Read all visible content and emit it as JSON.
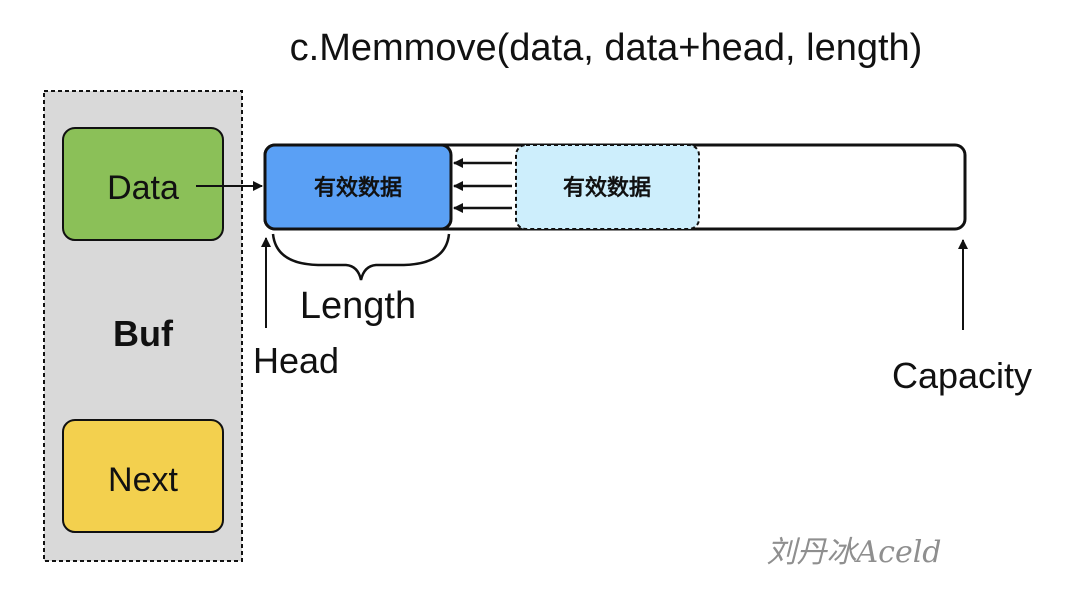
{
  "title": "c.Memmove(data, data+head, length)",
  "buf": {
    "label": "Buf",
    "data_label": "Data",
    "next_label": "Next"
  },
  "buffer": {
    "valid_data_label": "有效数据",
    "moved_valid_data_label": "有效数据",
    "length_label": "Length",
    "head_label": "Head",
    "capacity_label": "Capacity"
  },
  "watermark": "刘丹冰Aceld",
  "colors": {
    "buf_panel": "#d9d9d9",
    "data_box": "#8bc058",
    "next_box": "#f3d04e",
    "valid_data": "#5aa0f5",
    "moved_valid_data": "#cdeefc"
  }
}
